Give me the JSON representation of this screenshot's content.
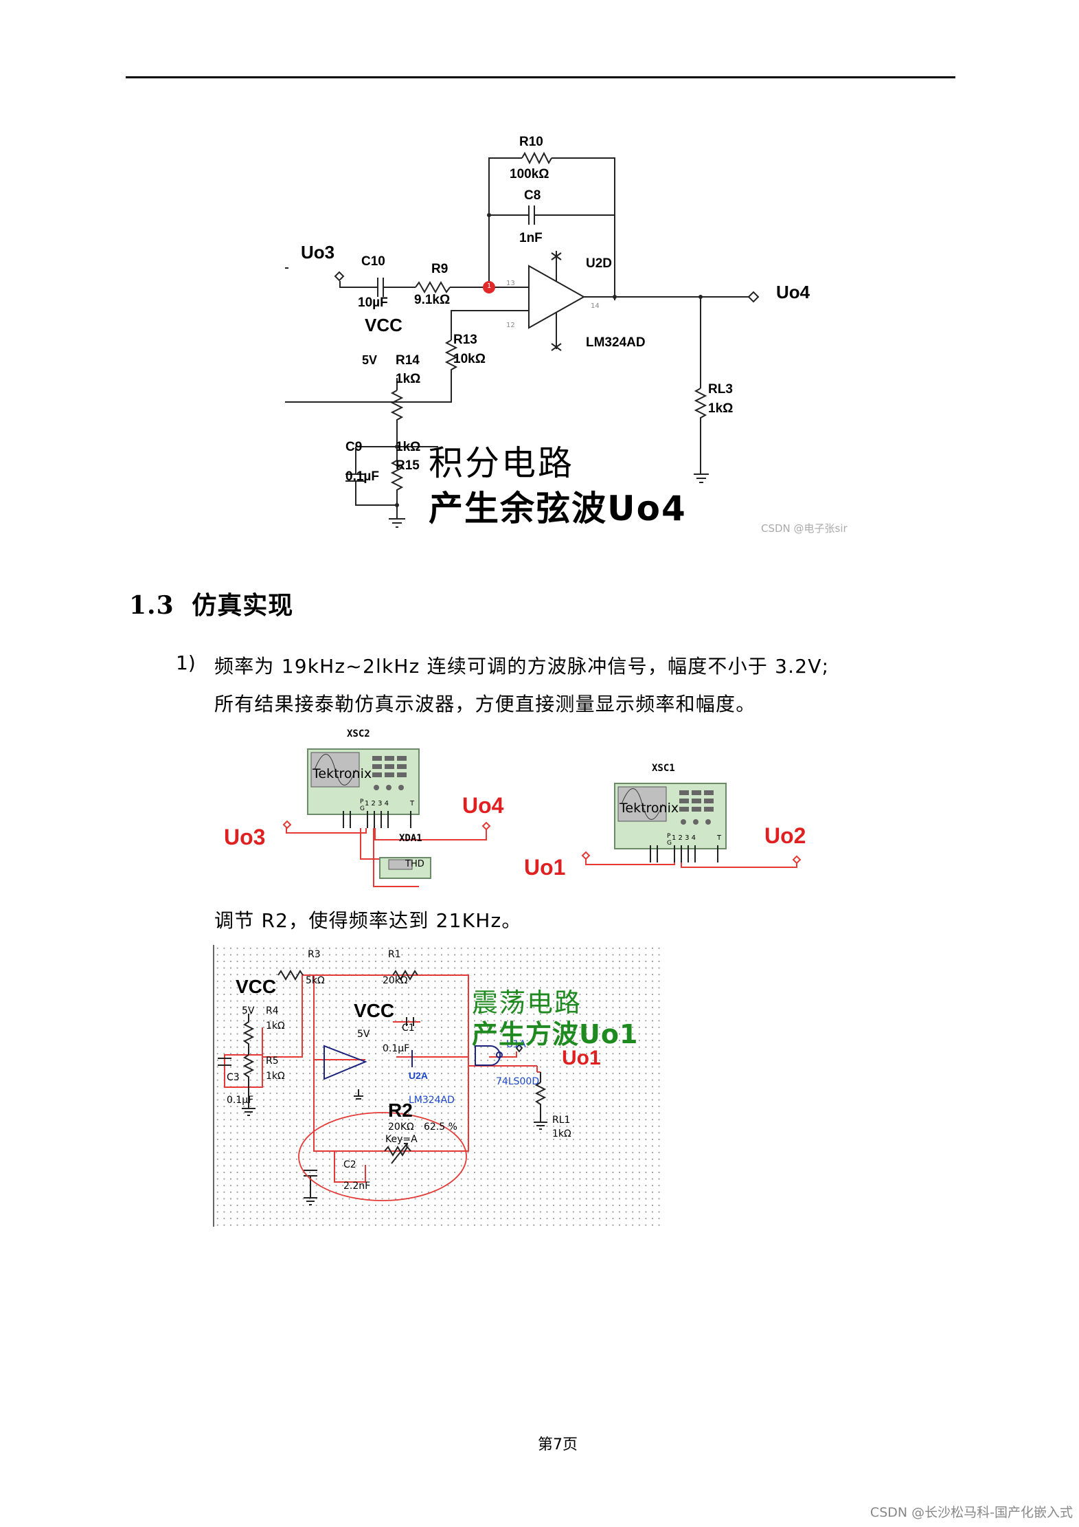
{
  "figure1": {
    "labels": {
      "uo3": "Uo3",
      "c10": "C10",
      "c10_val": "10µF",
      "r9": "R9",
      "r9_val": "9.1kΩ",
      "r10": "R10",
      "r10_val": "100kΩ",
      "c8": "C8",
      "c8_val": "1nF",
      "u2d": "U2D",
      "lm324": "LM324AD",
      "uo4": "Uo4",
      "vcc": "VCC",
      "v5": "5V",
      "r14": "R14",
      "r14_val": "1kΩ",
      "r13": "R13",
      "r13_val": "10kΩ",
      "rl3": "RL3",
      "rl3_val": "1kΩ",
      "c9": "C9",
      "c9_val": "0.1µF",
      "r15_val": "1kΩ",
      "r15": "R15",
      "pin13": "13",
      "pin12": "12",
      "pin14": "14",
      "node": "1"
    },
    "caption_line1": "积分电路",
    "caption_line2": "产生余弦波Uo4",
    "watermark": "CSDN @电子张sir"
  },
  "section": {
    "number": "1.3",
    "title": "仿真实现"
  },
  "item": {
    "number": "1)",
    "line1": "频率为 19kHz~2lkHz 连续可调的方波脉冲信号，幅度不小于 3.2V;",
    "line2": "所有结果接泰勒仿真示波器，方便直接测量显示频率和幅度。"
  },
  "figure2": {
    "xsc2": "XSC2",
    "xsc1": "XSC1",
    "tektronix": "Tektronix",
    "xda1": "XDA1",
    "thd": "THD",
    "uo3": "Uo3",
    "uo4": "Uo4",
    "uo1": "Uo1",
    "uo2": "Uo2",
    "ports": "1 2 3 4",
    "t": "T",
    "p": "P",
    "g": "G"
  },
  "adjust_text": "调节 R2，使得频率达到 21KHz。",
  "figure3": {
    "r3": "R3",
    "r3_val": "5kΩ",
    "r1": "R1",
    "r1_val": "20kΩ",
    "vcc": "VCC",
    "v5": "5V",
    "r4": "R4",
    "r4_val": "1kΩ",
    "r5": "R5",
    "r5_val": "1kΩ",
    "c3": "C3",
    "c3_val": "0.1µF",
    "c1": "C1",
    "c1_val": "0.1µF",
    "u2a": "U2A",
    "lm324": "LM324AD",
    "r2": "R2",
    "r2_val": "20KΩ",
    "r2_pct": "62.5 %",
    "r2_key": "Key=A",
    "c2": "C2",
    "c2_val": "2.2nF",
    "u1a": "U1A",
    "ls00": "74LS00D",
    "uo1": "Uo1",
    "rl1": "RL1",
    "rl1_val": "1kΩ",
    "caption_line1": "震荡电路",
    "caption_line2": "产生方波Uo1"
  },
  "page_number": "第7页",
  "footer_watermark": "CSDN @长沙松马科-国产化嵌入式"
}
